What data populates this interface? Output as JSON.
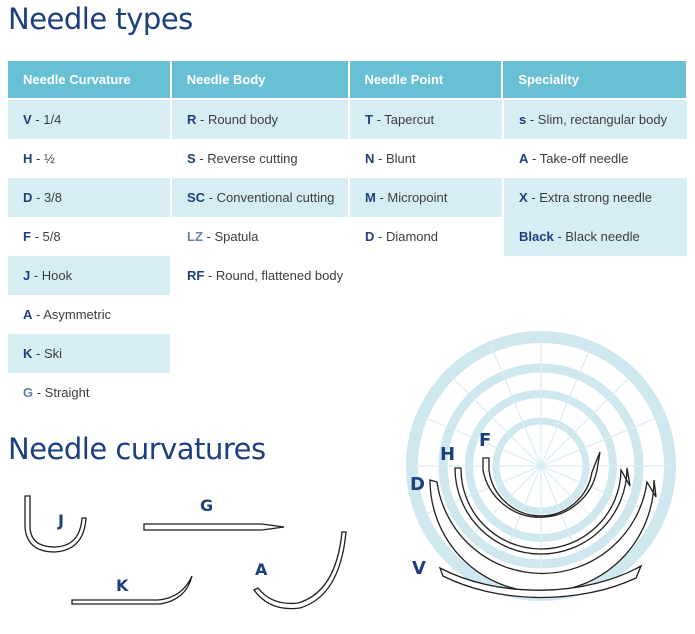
{
  "titles": {
    "types": "Needle types",
    "curvatures": "Needle curvatures"
  },
  "table": {
    "headers": [
      "Needle Curvature",
      "Needle Body",
      "Needle Point",
      "Speciality"
    ],
    "curvature": [
      {
        "code": "V",
        "desc": " - 1/4"
      },
      {
        "code": "H",
        "desc": " - ½"
      },
      {
        "code": "D",
        "desc": " - 3/8"
      },
      {
        "code": "F",
        "desc": " - 5/8"
      },
      {
        "code": "J",
        "desc": " - Hook"
      },
      {
        "code": "A",
        "desc": " - Asymmetric"
      },
      {
        "code": "K",
        "desc": " - Ski"
      },
      {
        "code": "G",
        "desc": " - Straight"
      }
    ],
    "body": [
      {
        "code": "R",
        "desc": " - Round body"
      },
      {
        "code": "S",
        "desc": " - Reverse cutting"
      },
      {
        "code": "SC",
        "desc": " - Conventional cutting"
      },
      {
        "code": "LZ",
        "desc": " - Spatula"
      },
      {
        "code": "RF",
        "desc": " - Round, flattened body"
      }
    ],
    "point": [
      {
        "code": "T",
        "desc": " - Tapercut"
      },
      {
        "code": "N",
        "desc": " - Blunt"
      },
      {
        "code": "M",
        "desc": " - Micropoint"
      },
      {
        "code": "D",
        "desc": " - Diamond"
      }
    ],
    "speciality": [
      {
        "code": "s",
        "desc": " - Slim, rectangular body"
      },
      {
        "code": "A",
        "desc": " - Take-off needle"
      },
      {
        "code": "X",
        "desc": " - Extra strong needle"
      },
      {
        "code": "Black",
        "desc": " - Black needle"
      }
    ]
  },
  "diagram_labels": {
    "J": "J",
    "G": "G",
    "K": "K",
    "A": "A",
    "F": "F",
    "H": "H",
    "D": "D",
    "V": "V"
  },
  "colors": {
    "header_bg": "#68c0d4",
    "row_shade": "#d6eef3",
    "title": "#1d3f7e",
    "circle": "#cfe7ef"
  }
}
